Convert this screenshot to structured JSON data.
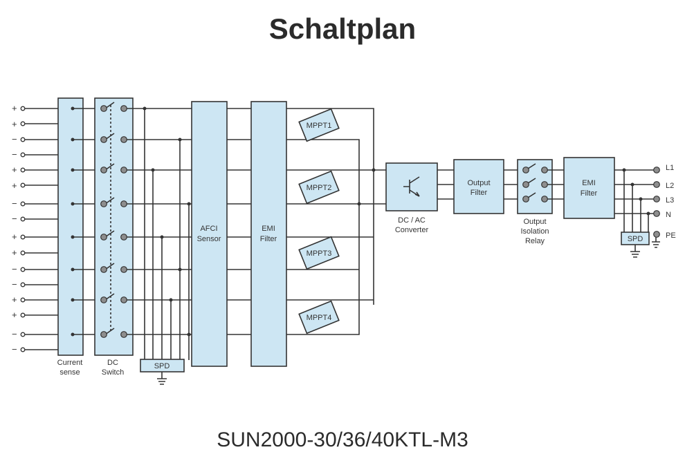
{
  "title": "Schaltplan",
  "model": "SUN2000-30/36/40KTL-M3",
  "inputs": [
    "+",
    "+",
    "−",
    "−",
    "+",
    "+",
    "−",
    "−",
    "+",
    "+",
    "−",
    "−",
    "+",
    "+",
    "−",
    "−"
  ],
  "blocks": {
    "current_sense": [
      "Current",
      "sense"
    ],
    "dc_switch": [
      "DC",
      "Switch"
    ],
    "spd_dc": "SPD",
    "afci": [
      "AFCI",
      "Sensor"
    ],
    "emi_dc": [
      "EMI",
      "Filter"
    ],
    "mppt": [
      "MPPT1",
      "MPPT2",
      "MPPT3",
      "MPPT4"
    ],
    "dcac": [
      "DC / AC",
      "Converter"
    ],
    "output_filter": [
      "Output",
      "Filter"
    ],
    "relay": [
      "Output",
      "Isolation",
      "Relay"
    ],
    "emi_ac": [
      "EMI",
      "Filter"
    ],
    "spd_ac": "SPD"
  },
  "outputs": [
    "L1",
    "L2",
    "L3",
    "N",
    "PE"
  ],
  "colors": {
    "block_fill": "#cde6f3",
    "line": "#333333",
    "switch_contact": "#8e8e8e"
  }
}
